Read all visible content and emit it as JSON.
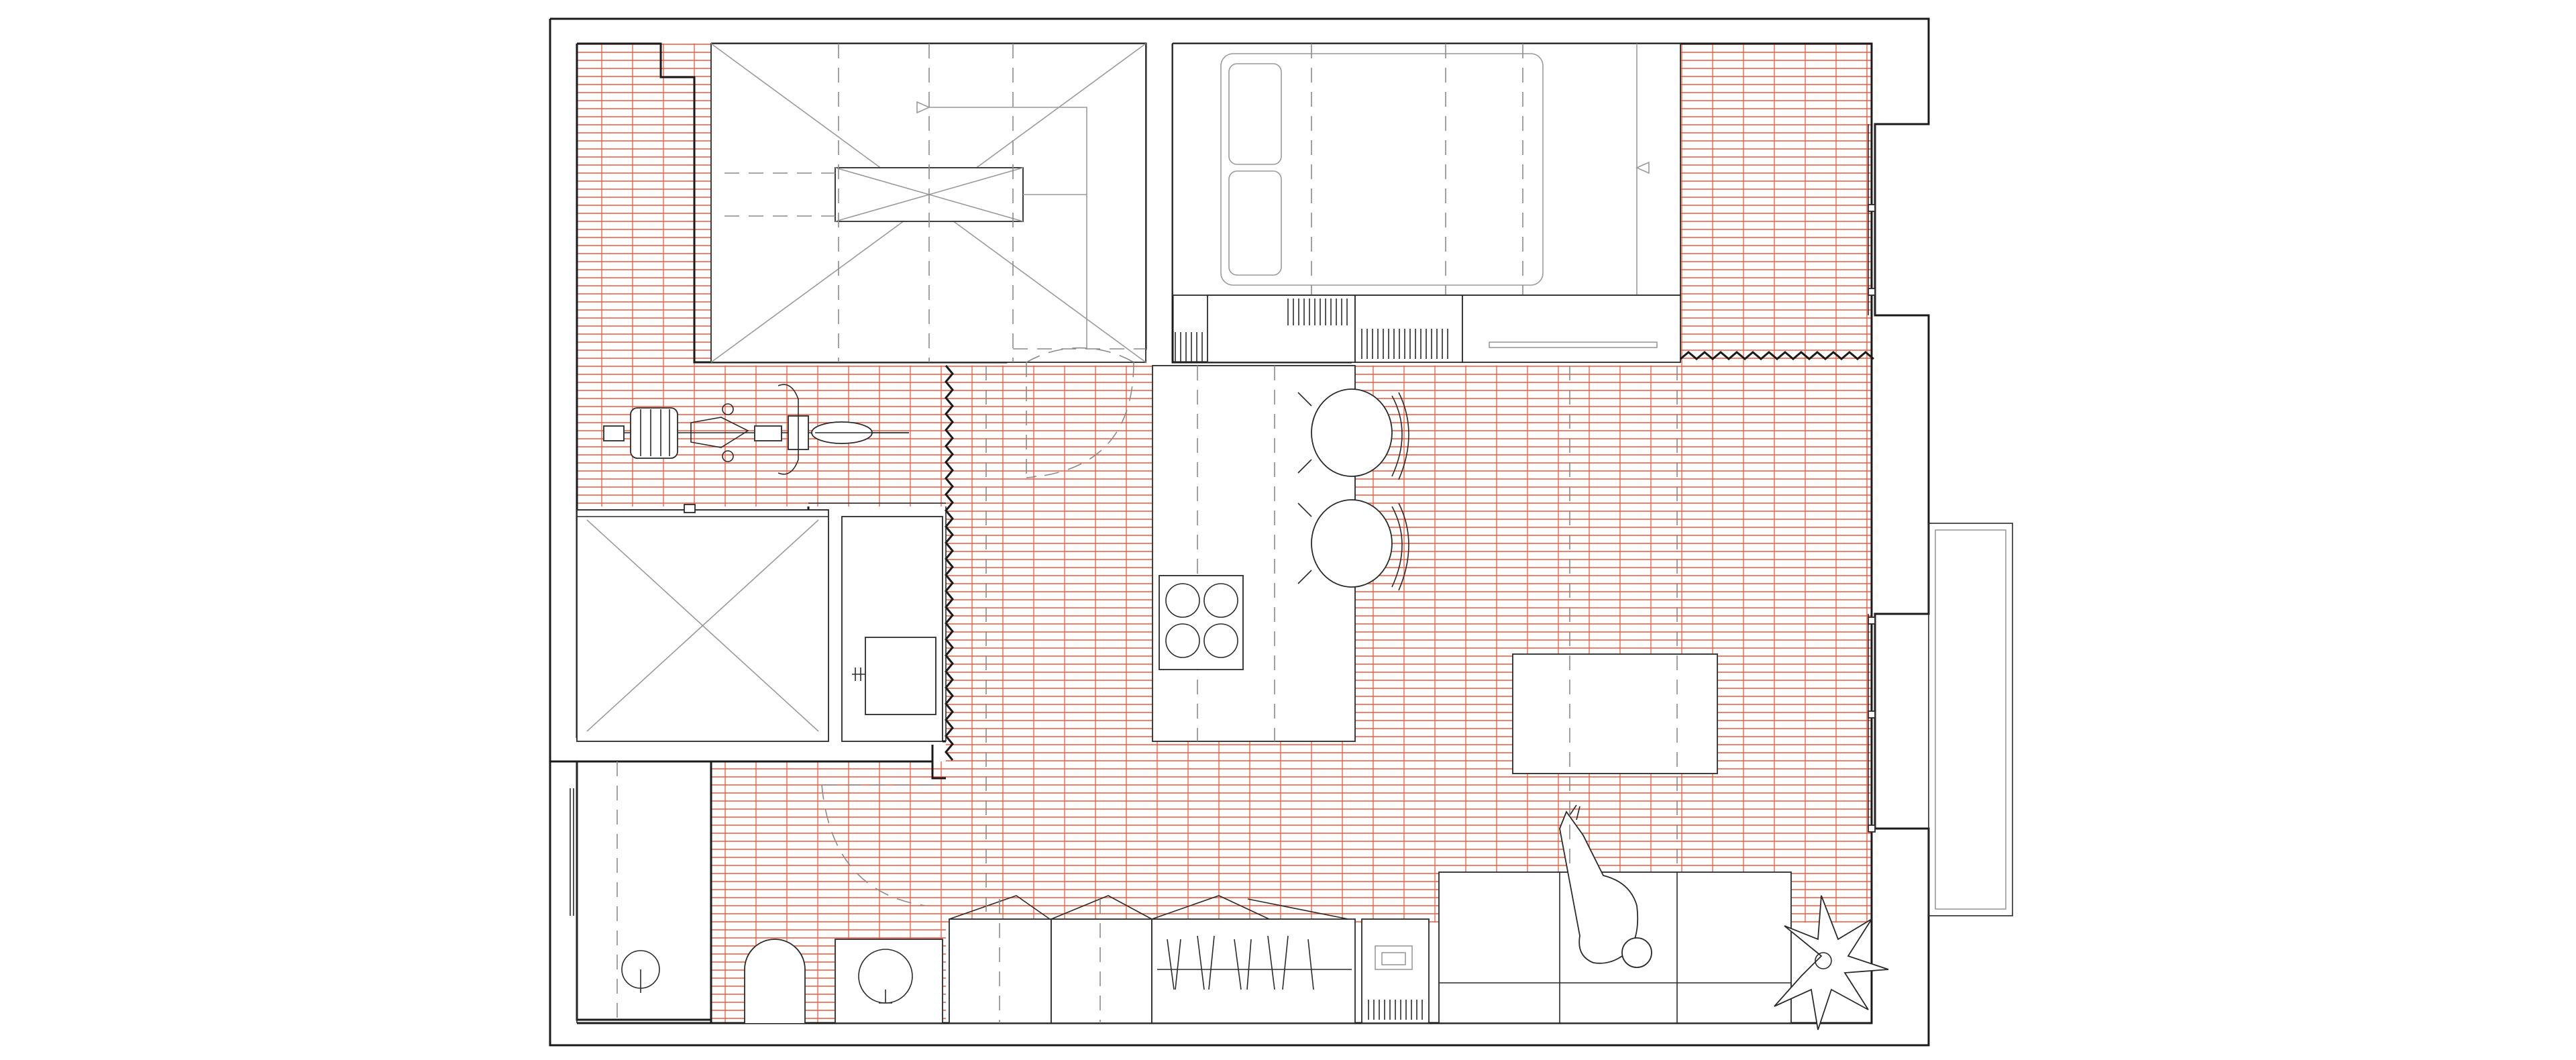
{
  "drawing": {
    "kind": "architectural floor plan",
    "floor_hatch_color": "#e8593a",
    "wall_color": "#1a1a1a",
    "line_color": "#2a2a2a",
    "furniture_line_color": "#9a9a9a",
    "background": "#ffffff"
  },
  "fixtures": [
    "stair-void",
    "bed",
    "kitchen-island",
    "induction-hob",
    "bar-stools",
    "dining-table",
    "sofa",
    "lounge-figure",
    "potted-plant",
    "exercise-bike",
    "wardrobes",
    "bathroom-sink",
    "toilet",
    "shower",
    "balcony"
  ]
}
